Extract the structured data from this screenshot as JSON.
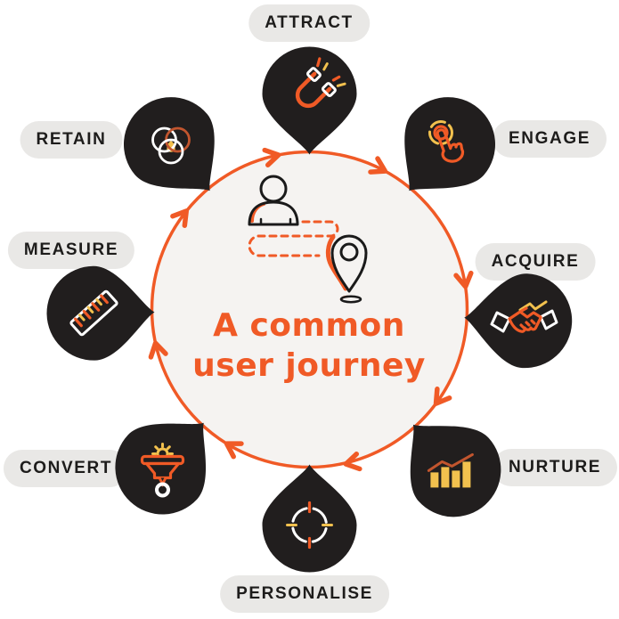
{
  "diagram": {
    "title": "A common user journey",
    "title_lines": [
      "A common",
      "user journey"
    ],
    "flow_direction": "clockwise",
    "center_illustration": "person following dashed route to a location pin",
    "stages": [
      {
        "label": "ATTRACT",
        "icon": "magnet-icon",
        "position": "top"
      },
      {
        "label": "ENGAGE",
        "icon": "tap-finger-icon",
        "position": "top-right"
      },
      {
        "label": "ACQUIRE",
        "icon": "handshake-icon",
        "position": "right"
      },
      {
        "label": "NURTURE",
        "icon": "growth-chart-icon",
        "position": "bottom-right"
      },
      {
        "label": "PERSONALISE",
        "icon": "target-icon",
        "position": "bottom"
      },
      {
        "label": "CONVERT",
        "icon": "funnel-gear-icon",
        "position": "bottom-left"
      },
      {
        "label": "MEASURE",
        "icon": "ruler-icon",
        "position": "left"
      },
      {
        "label": "RETAIN",
        "icon": "venn-diagram-icon",
        "position": "top-left"
      }
    ],
    "colors": {
      "accent_orange": "#F05A26",
      "muted_orange": "#C2552E",
      "accent_yellow": "#F2C14E",
      "pin_dark": "#211E1E",
      "pill_background": "#E9E8E6",
      "pill_text": "#1D1C1B",
      "circle_fill": "#F5F3F1",
      "illustration_stroke": "#1A1A1A",
      "background": "#FFFFFF"
    }
  }
}
